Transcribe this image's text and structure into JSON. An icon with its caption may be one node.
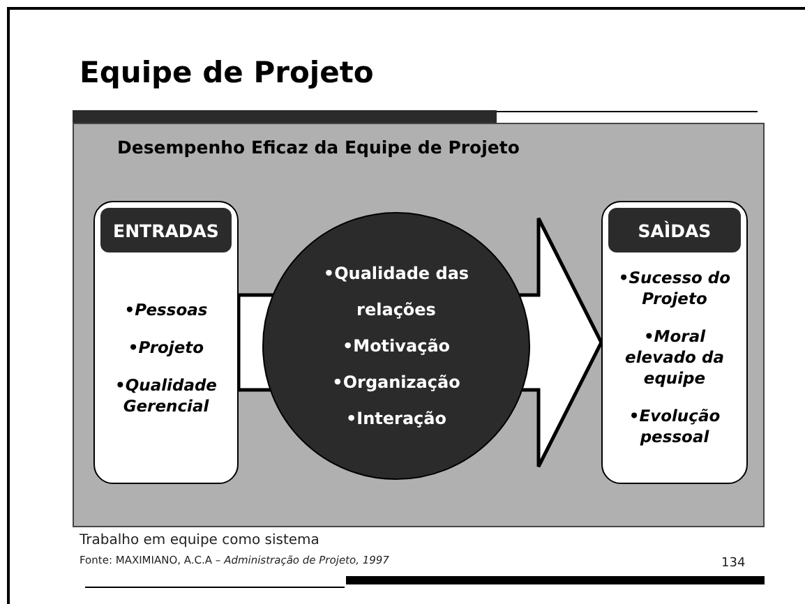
{
  "diagram": {
    "title": "Equipe de Projeto",
    "caption": "Trabalho em equipe como sistema",
    "nodes": [
      {
        "text": [
          "Desempenho Eficaz da Equipe de Projeto"
        ]
      },
      {
        "text": [
          "ENTRADAS",
          "•Pessoas",
          "•Projeto",
          "•Qualidade Gerencial"
        ],
        "in": 0
      },
      {
        "text": [
          "•Qualidade das relações",
          "•Motivação",
          "•Organização",
          "•Interação"
        ],
        "in": 0
      },
      {
        "text": [
          "SAÌDAS",
          "•Sucesso do Projeto",
          "•Moral elevado da equipe",
          "•Evolução pessoal"
        ],
        "in": 0
      }
    ],
    "edges": [
      {
        "from": 1,
        "to": 3,
        "arrow": "to",
        "style": "thick"
      }
    ],
    "labels": [
      "Fonte: MAXIMIANO, A.C.A – *Administração de Projeto, 1997*",
      "134"
    ]
  }
}
